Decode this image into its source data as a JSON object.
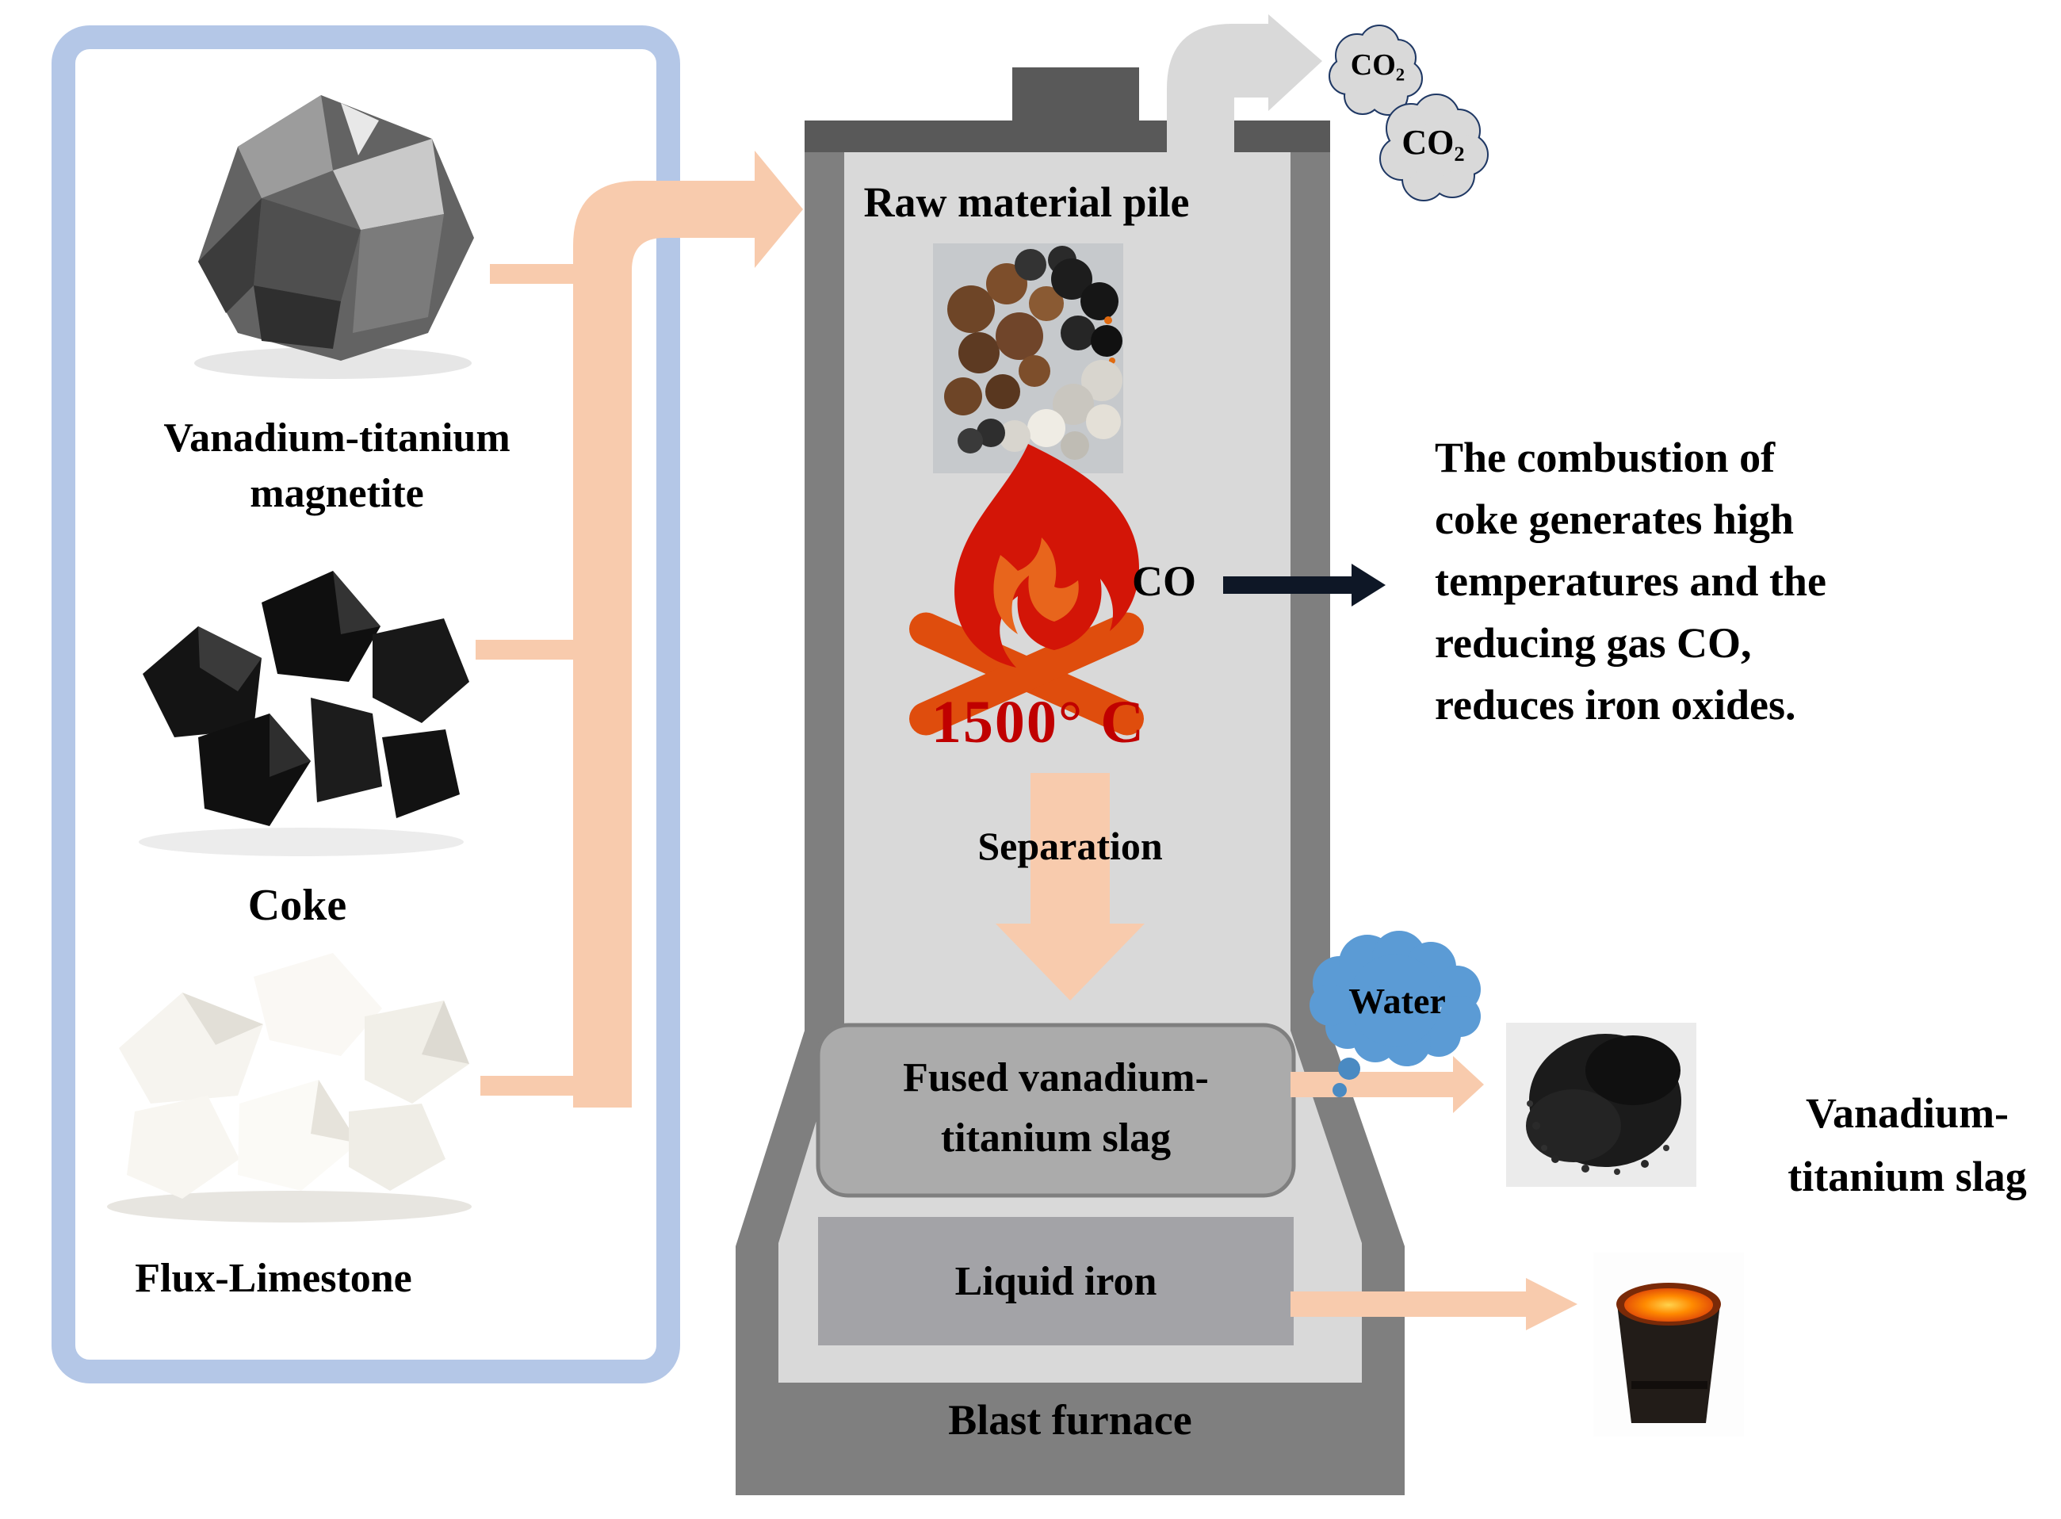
{
  "colors": {
    "accent_peach": "#f8cbad",
    "panel_border": "#b4c7e7",
    "furnace_wall": "#7f7f7f",
    "furnace_dark": "#595959",
    "furnace_interior": "#d9d9d9",
    "flame_red": "#d31507",
    "log_orange": "#df4d0d",
    "temperature_red": "#c00000",
    "co_arrow_navy": "#0e1726",
    "cloud_fill": "#d9d9d9",
    "cloud_stroke": "#1f3864",
    "water_blue": "#5b9bd5",
    "box_gray": "#ababab"
  },
  "panel": {
    "materials": [
      {
        "line1": "Vanadium-titanium",
        "line2": "magnetite"
      },
      {
        "label": "Coke"
      },
      {
        "label": "Flux-Limestone"
      }
    ]
  },
  "furnace": {
    "pile_label": "Raw material pile",
    "co_label": "CO",
    "temperature": "1500° C",
    "separation_label": "Separation",
    "slag_line1": "Fused vanadium-",
    "slag_line2": "titanium slag",
    "iron_label": "Liquid iron",
    "name": "Blast furnace"
  },
  "emissions": {
    "co2_first": "CO₂",
    "co2_second": "CO₂"
  },
  "annotation": {
    "lines": [
      "The combustion of",
      "coke generates high",
      "temperatures and the",
      "reducing gas CO,",
      "reduces iron oxides."
    ]
  },
  "outputs": {
    "water": "Water",
    "slag_line1": "Vanadium-",
    "slag_line2": "titanium slag"
  }
}
